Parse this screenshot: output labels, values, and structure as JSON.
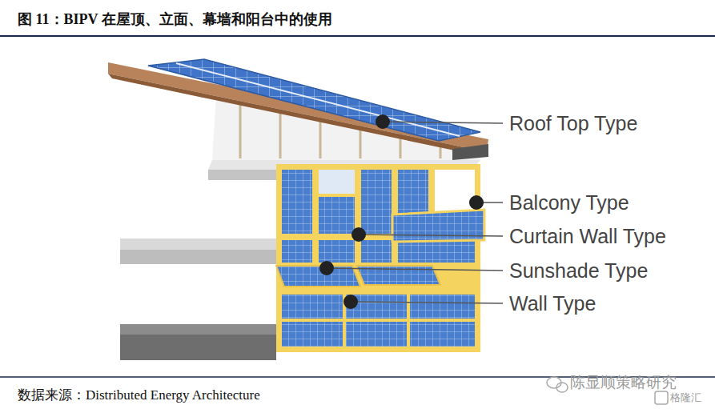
{
  "diagram": {
    "title": "图 11：BIPV 在屋顶、立面、幕墙和阳台中的使用",
    "caption": "数据来源：Distributed Energy Architecture",
    "labels": [
      "Roof Top Type",
      "Balcony Type",
      "Curtain Wall Type",
      "Sunshade Type",
      "Wall Type",
      "陈显顺策略研究",
      "格隆汇"
    ]
  }
}
